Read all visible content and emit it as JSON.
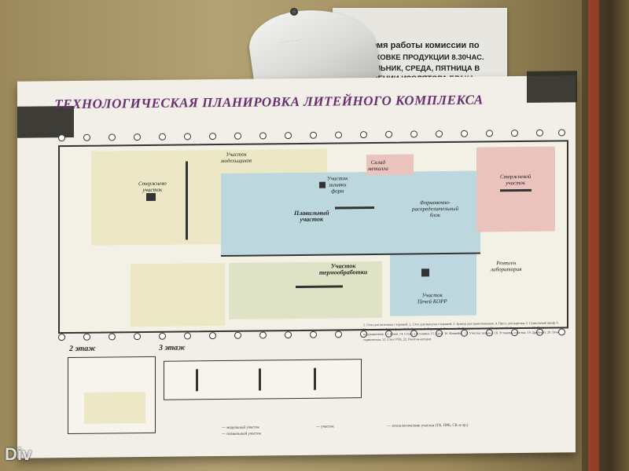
{
  "notice": {
    "line1": "Время работы комиссии  по",
    "line2": "ЗБРАКОВКЕ ПРОДУКЦИИ 8.30ЧАС.",
    "line3": "ЕДЕЛЬНИК, СРЕДА, ПЯТНИЦА В",
    "line4": "ЕЩЕНИИ ИЗОЛЯТОРА БРАКА"
  },
  "poster": {
    "title": "ТЕХНОЛОГИЧЕСКАЯ ПЛАНИРОВКА ЛИТЕЙНОГО КОМПЛЕКСА",
    "areas": {
      "modelers": "Участок\nмодельщиков",
      "core": "Стержнево\nучасток",
      "form": "Участок\nзаливки\nформ",
      "metal": "Склад\nметалла",
      "melting": "Плавильный\nучасток",
      "molding": "Формовочно-\nраспределительный\nблок",
      "thermal": "Участок\nтермообработки",
      "korp": "Участок\nПечей КОРР",
      "xray": "Рентген\nлаборатория",
      "small": "Стержневой\nучасток"
    },
    "floor2": "2 этаж",
    "floor3": "3 этаж",
    "legend": {
      "wood": "— модельный участок",
      "melt": "— плавильный участок",
      "zone3": "— участок",
      "tech": "— технологические участки (ТБ, ПРБ, СК и пр.)"
    },
    "notes": "1. Стол для поточных стержней. 2. Стол для выпуска стержней. 3. Бункер для приготовления. 4. Пресс для нарезки. 5. Сушильный шкаф. 6. Установка для сборки форм. 7. Вибросито. 8. Верстак. 9. Тележка. 10. Вакуумно-пленочный агрегат. 11. Склад металла. 12. Печь индукционная. 13. Ковш. 14. Стенд для плавки. 15. Кран. 16. Конвейер. 17. Участок заливки. 18. Установка очистки. 19. Дробемёт. 20. Печь термическая. 21. Стол ОТК. 22. Рентген-аппарат."
  },
  "watermark": "Div"
}
